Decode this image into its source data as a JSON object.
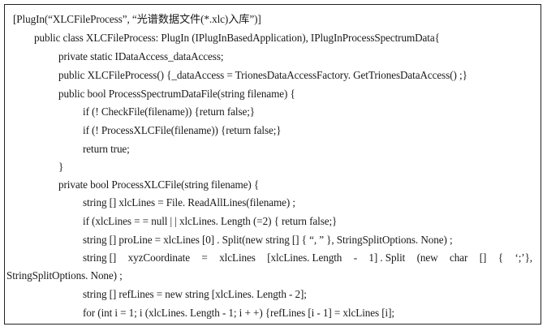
{
  "code": {
    "lines": [
      "[PlugIn(“XLCFileProcess”, “光谱数据文件(*.xlc)入库”)]",
      "public class XLCFileProcess: PlugIn (IPlugInBasedApplication), IPlugInProcessSpectrumData{",
      "private static IDataAccess_dataAccess;",
      "public XLCFileProcess() {_dataAccess = TrionesDataAccessFactory. GetTrionesDataAccess() ;}",
      "public bool ProcessSpectrumDataFile(string filename)  {",
      "if (!  CheckFile(filename)) {return false;}",
      "if (!  ProcessXLCFile(filename)) {return false;}",
      "return true;",
      "}",
      "private bool ProcessXLCFile(string filename) {",
      "string []  xlcLines = File. ReadAllLines(filename) ;",
      "if (xlcLines = = null  | |  xlcLines. Length  (=2)  {     return false;}",
      "string []  proLine = xlcLines [0] . Split(new string [] { “, ” }, StringSplitOptions. None) ;",
      "string [] xyzCoordinate = xlcLines [xlcLines. Length - 1] . Split (new char [] { ‘;’},",
      "StringSplitOptions. None) ;",
      "string []  refLines = new string [xlcLines. Length - 2];",
      "for (int i = 1; i (xlcLines. Length - 1; i + +)  {refLines [i - 1] = xlcLines [i];"
    ],
    "justified_line": [
      "string []",
      "xyzCoordinate",
      "=",
      "xlcLines",
      "[xlcLines. Length",
      "-",
      "1] . Split",
      "(new",
      "char",
      "[]",
      "{",
      "‘;’},"
    ]
  }
}
